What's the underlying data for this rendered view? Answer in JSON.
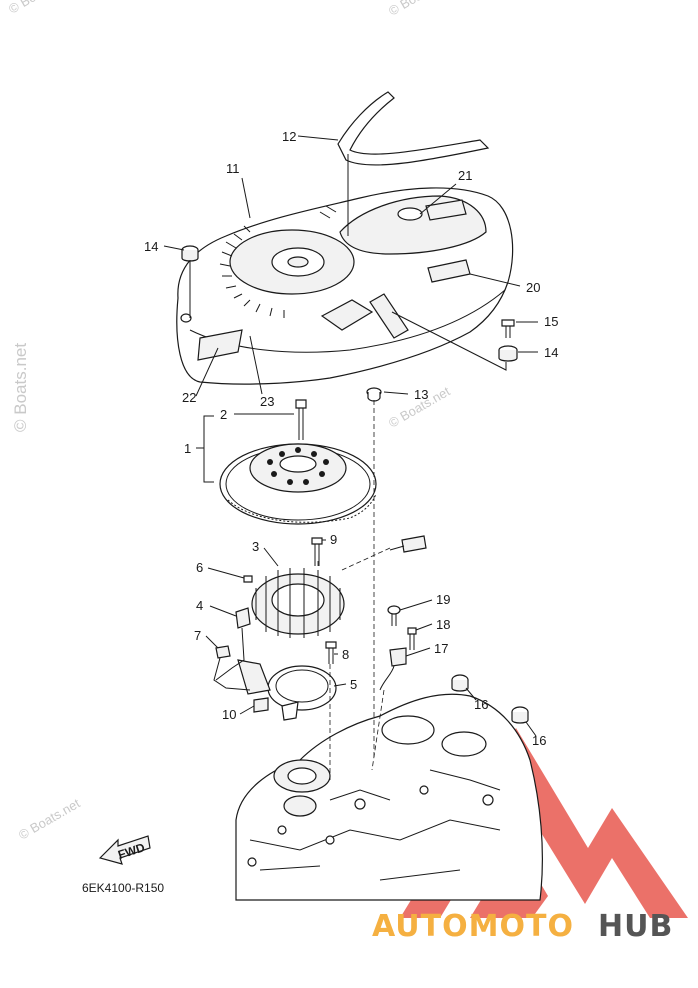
{
  "watermark": {
    "text": "© Boats.net"
  },
  "diagram_code": "6EK4100-R150",
  "fwd_label": "FWD",
  "brand": {
    "part1": "AUTOMOTO",
    "part2": "HUB",
    "color1": "#f5b041",
    "color2": "#555555",
    "logo_color": "#e8584f"
  },
  "callouts": [
    "1",
    "2",
    "3",
    "4",
    "5",
    "6",
    "7",
    "8",
    "9",
    "10",
    "11",
    "12",
    "13",
    "14",
    "14",
    "15",
    "16",
    "16",
    "17",
    "18",
    "19",
    "20",
    "21",
    "22",
    "23"
  ]
}
